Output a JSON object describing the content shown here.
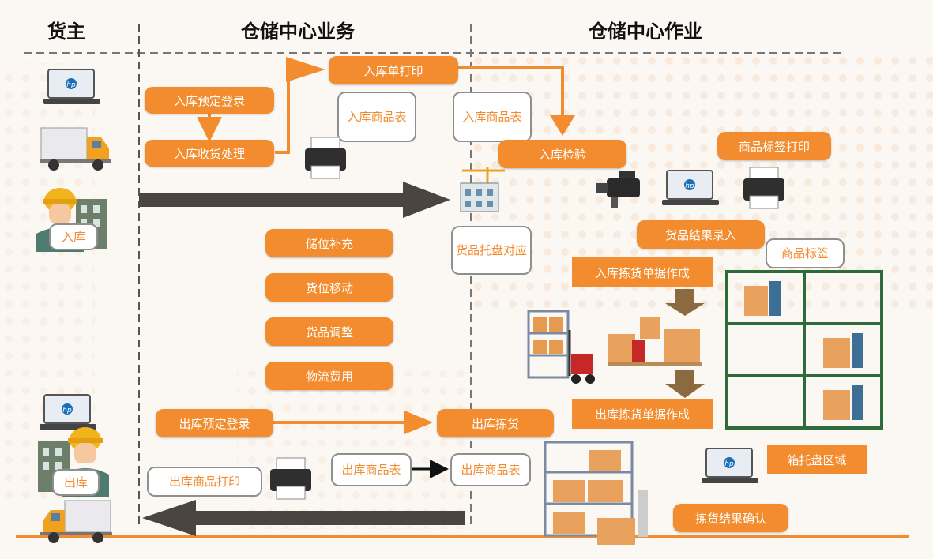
{
  "columns": {
    "owner": "货主",
    "center_business": "仓储中心业务",
    "center_ops": "仓储中心作业"
  },
  "owner": {
    "inbound_label": "入库",
    "outbound_label": "出库"
  },
  "business": {
    "inbound_reserve": "入库预定登录",
    "inbound_receive": "入库收货处理",
    "inbound_slip_print": "入库单打印",
    "inbound_goods_table": [
      "入库",
      "商品表"
    ],
    "location_replenish": "储位补充",
    "location_move": "货位移动",
    "goods_adjust": "货品调整",
    "logistics_fee": "物流费用",
    "outbound_reserve": "出库预定登录",
    "outbound_goods_print": "出库商品打印",
    "outbound_goods_table": "出库商品表"
  },
  "operations": {
    "inbound_goods_table": [
      "入库",
      "商品表"
    ],
    "inbound_inspect": "入库检验",
    "goods_pallet": [
      "货品",
      "托盘对应"
    ],
    "label_print": "商品标签打印",
    "result_entry": "货品结果录入",
    "product_label": "商品标签",
    "inbound_pick_doc": "入库拣货单据作成",
    "outbound_pick_doc": "出库拣货单据作成",
    "outbound_picking": "出库拣货",
    "outbound_goods_table": "出库商品表",
    "pallet_area": "箱托盘区域",
    "pick_confirm": "拣货结果确认"
  },
  "brand_text": "hp",
  "colors": {
    "orange": "#f28c2e",
    "dark_arrow": "#4a4540",
    "rack_green": "#2e6b3a",
    "helmet": "#f2b41c"
  }
}
